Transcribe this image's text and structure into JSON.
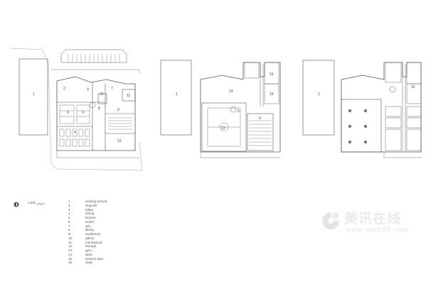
{
  "plans": {
    "ground": {
      "labels": [
        "1",
        "2",
        "3",
        "4",
        "5",
        "6",
        "7",
        "8",
        "9",
        "10",
        "11",
        "12"
      ]
    },
    "second": {
      "labels": [
        "1",
        "13",
        "14",
        "5",
        "9",
        "15",
        "16"
      ]
    },
    "third": {
      "labels": [
        "1",
        "16"
      ]
    }
  },
  "scale_text": "1:500",
  "legend": [
    {
      "num": "1",
      "text": "existing school"
    },
    {
      "num": "2",
      "text": "drop-off"
    },
    {
      "num": "3",
      "text": "lobby"
    },
    {
      "num": "4",
      "text": "dining"
    },
    {
      "num": "5",
      "text": "kitchen"
    },
    {
      "num": "6",
      "text": "locker"
    },
    {
      "num": "7",
      "text": "arts"
    },
    {
      "num": "8",
      "text": "library"
    },
    {
      "num": "9",
      "text": "auditorium"
    },
    {
      "num": "10",
      "text": "admin"
    },
    {
      "num": "11",
      "text": "mechanical"
    },
    {
      "num": "12",
      "text": "storage"
    },
    {
      "num": "13",
      "text": "gym"
    },
    {
      "num": "14",
      "text": "deck"
    },
    {
      "num": "15",
      "text": "science labs"
    },
    {
      "num": "16",
      "text": "class"
    }
  ],
  "watermark": {
    "text": "美讯在线",
    "url": "www.m6699.com"
  }
}
